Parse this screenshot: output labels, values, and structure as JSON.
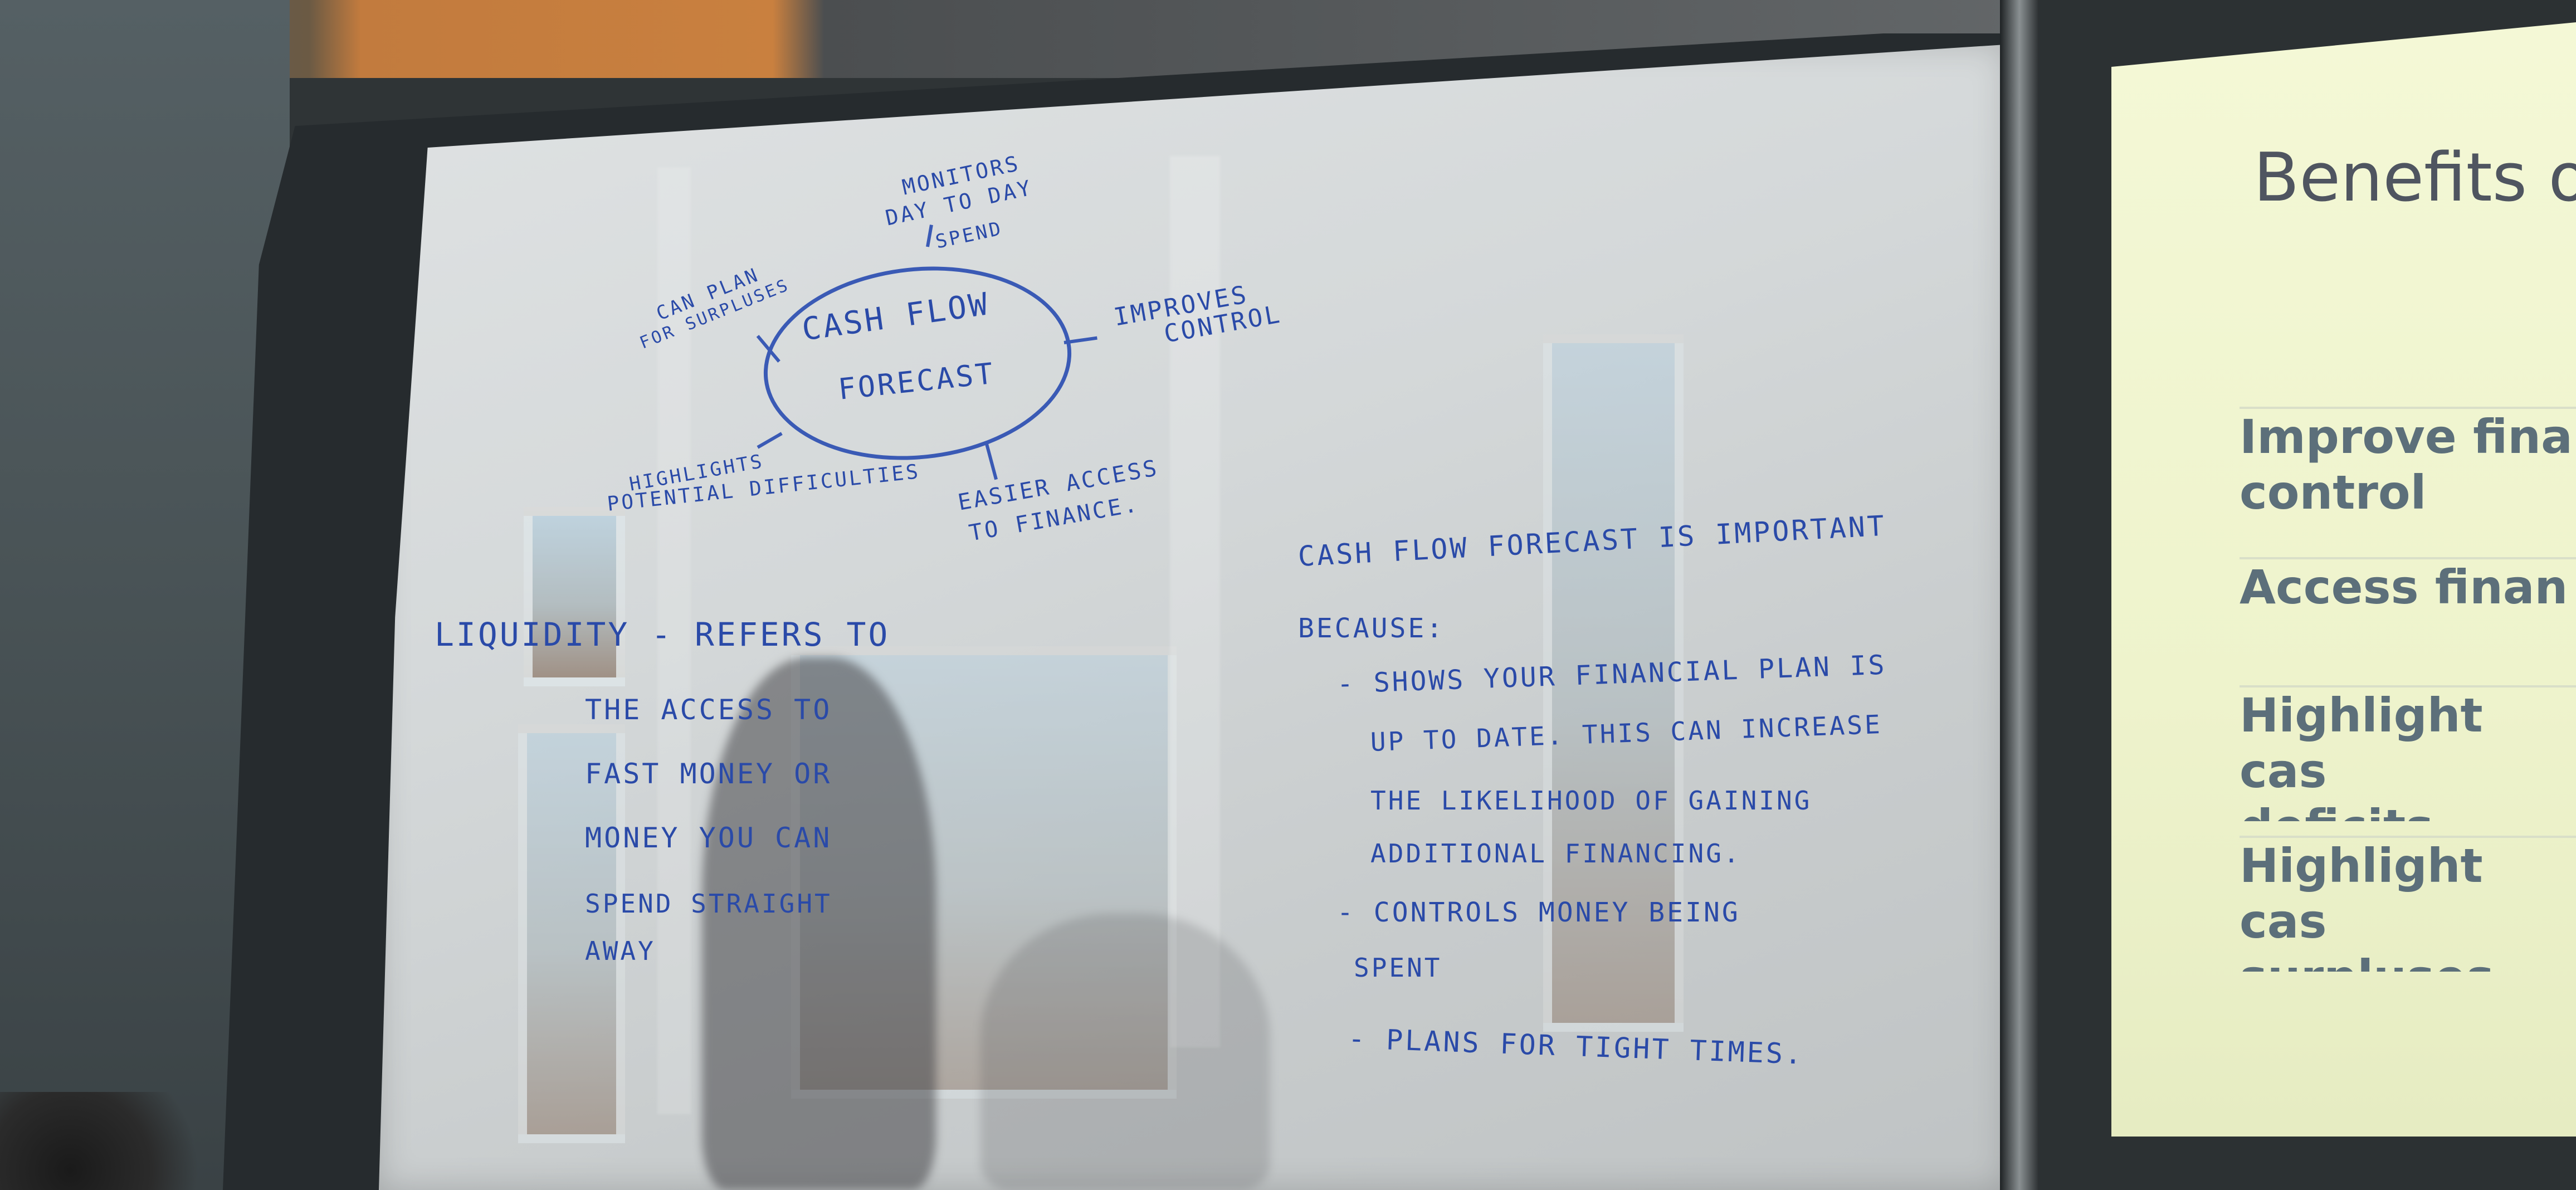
{
  "whiteboard": {
    "mindmap": {
      "center_line1": "CASH FLOW",
      "center_line2": "FORECAST",
      "branches": {
        "top_1": "MONITORS",
        "top_2": "DAY TO DAY",
        "top_3": "SPEND",
        "right_1": "IMPROVES",
        "right_2": "CONTROL",
        "left_1": "CAN PLAN",
        "left_2": "FOR SURPLUSES",
        "bottom_left_1": "HIGHLIGHTS",
        "bottom_left_2": "POTENTIAL DIFFICULTIES",
        "bottom_right_1": "EASIER ACCESS",
        "bottom_right_2": "TO FINANCE."
      }
    },
    "liquidity": [
      "LIQUIDITY - REFERS TO",
      "THE ACCESS TO",
      "FAST MONEY OR",
      "MONEY YOU CAN",
      "SPEND STRAIGHT",
      "AWAY"
    ],
    "importance": [
      "CASH FLOW FORECAST IS IMPORTANT",
      "BECAUSE:",
      "- SHOWS YOUR FINANCIAL PLAN IS",
      "UP TO DATE. THIS CAN INCREASE",
      "THE LIKELIHOOD OF GAINING",
      "ADDITIONAL FINANCING.",
      "- CONTROLS MONEY BEING",
      "SPENT",
      "- PLANS FOR TIGHT TIMES."
    ]
  },
  "slide": {
    "title": "Benefits o",
    "rows": [
      "Improve fina\ncontrol",
      "Access finan",
      "Highlight cas\ndeficits",
      "Highlight cas\nsurpluses"
    ]
  },
  "colors": {
    "marker": "#2a4aa8",
    "slide_bg": "#f4f8d6",
    "slide_text": "#5c6f7a"
  }
}
